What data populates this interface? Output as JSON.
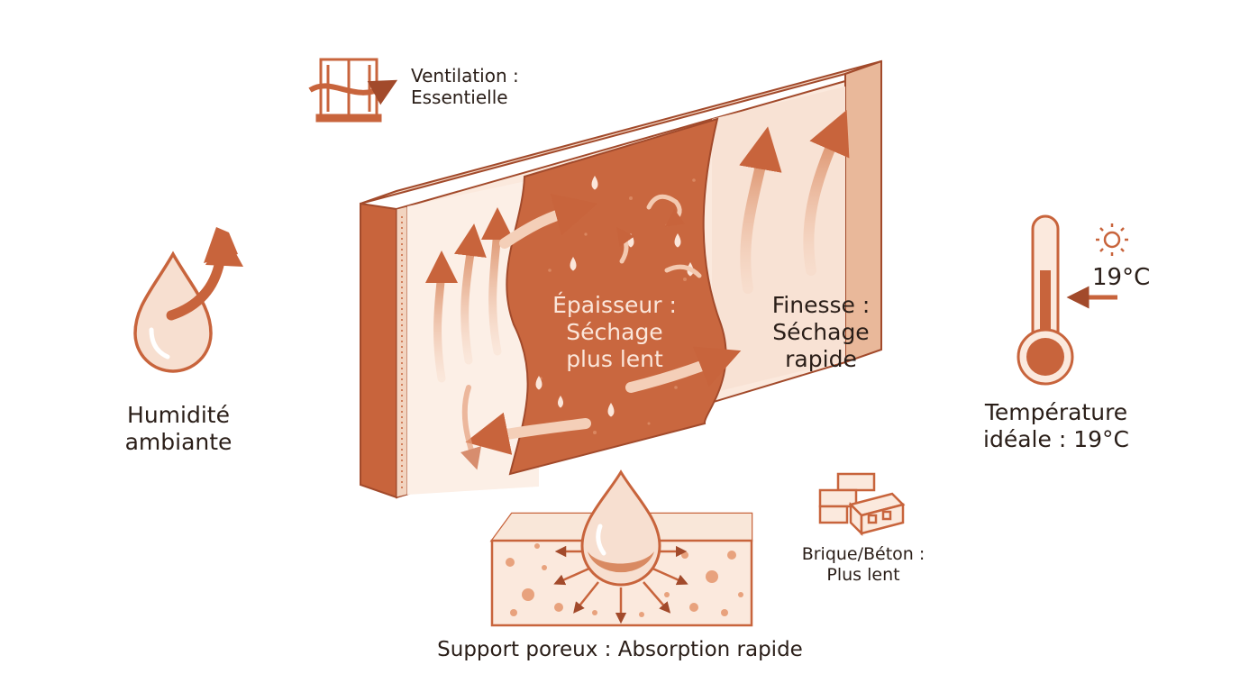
{
  "labels": {
    "ventilation": {
      "line1": "Ventilation :",
      "line2": "Essentielle"
    },
    "humidite": {
      "line1": "Humidité",
      "line2": "ambiante"
    },
    "temperature": {
      "line1": "Température",
      "line2": "idéale : 19°C",
      "readout": "19°C"
    },
    "epaisseur": {
      "line1": "Épaisseur :",
      "line2": "Séchage",
      "line3": "plus lent"
    },
    "finesse": {
      "line1": "Finesse :",
      "line2": "Séchage",
      "line3": "rapide"
    },
    "brique": {
      "line1": "Brique/Béton :",
      "line2": "Plus lent"
    },
    "support": {
      "text": "Support poreux : Absorption rapide"
    }
  },
  "icons": [
    "window-icon",
    "water-drop-icon",
    "thermometer-icon",
    "sun-icon",
    "bricks-icon",
    "porous-substrate-icon",
    "wall-cross-section-icon"
  ],
  "colors": {
    "terracotta": "#c8643c",
    "terracotta_dark": "#a24a2b",
    "terracotta_light": "#e8a27d",
    "cream": "#f9e7d9",
    "pale": "#fbefe6"
  }
}
